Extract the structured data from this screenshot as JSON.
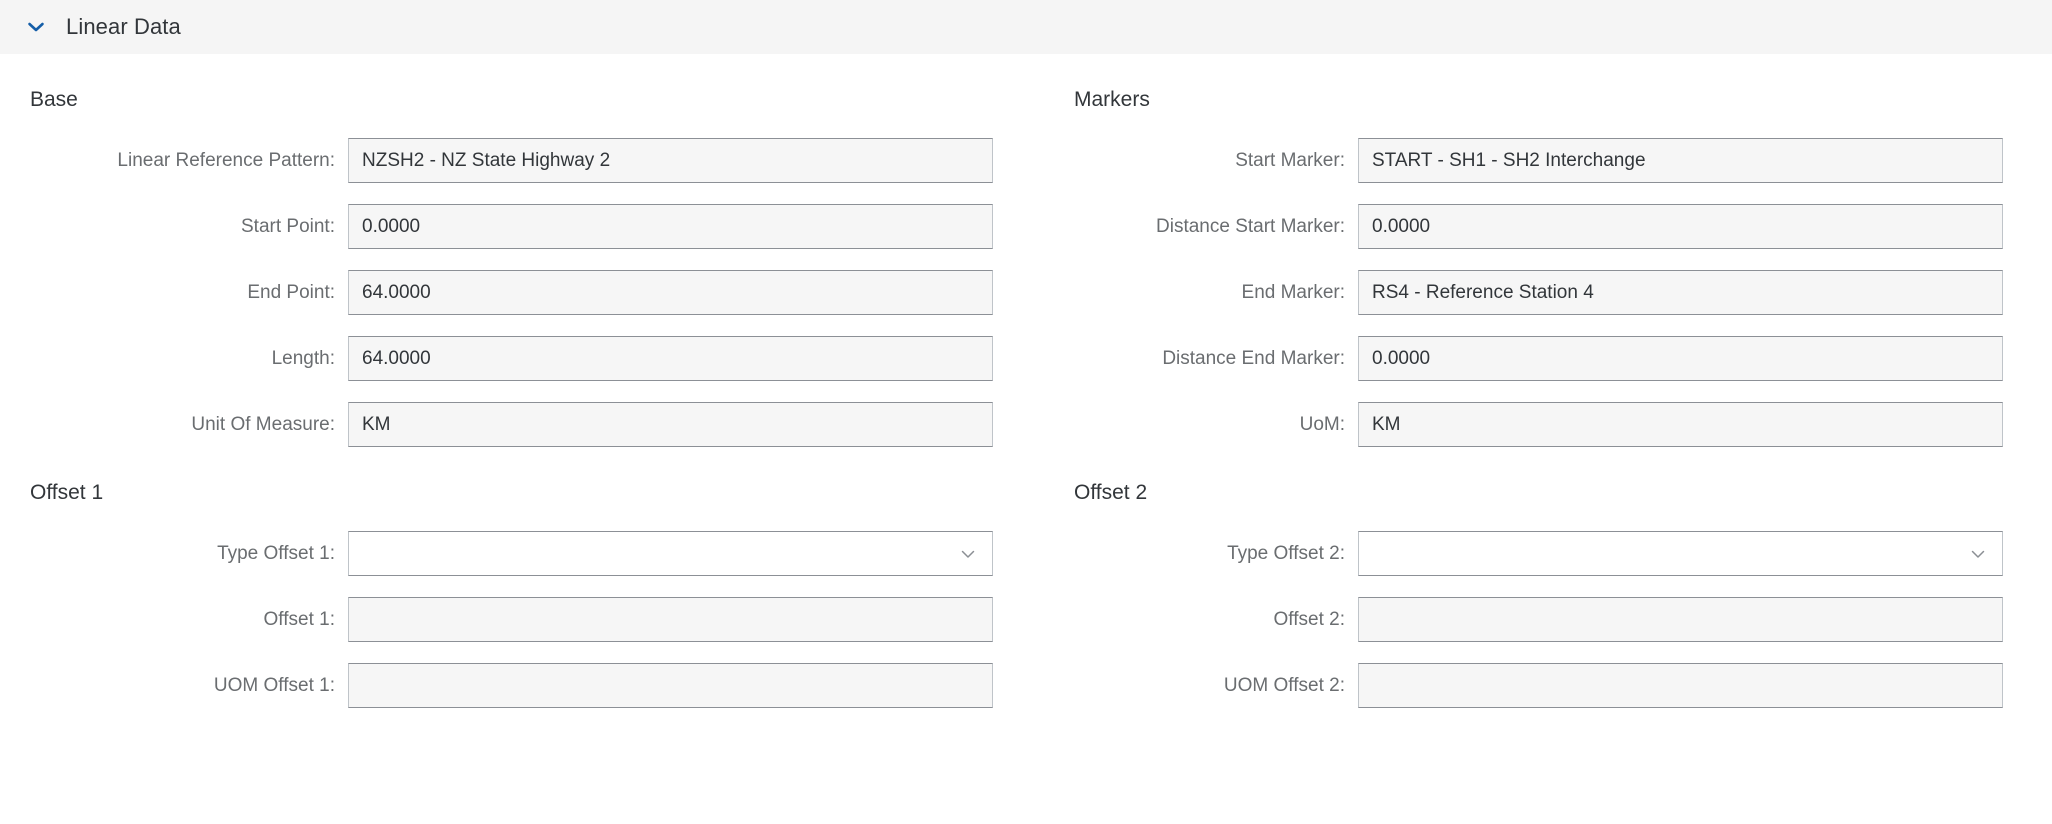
{
  "panel": {
    "title": "Linear Data",
    "expanded": true,
    "toggle_icon": "chevron-down-icon",
    "accent_color": "#0a6ed1",
    "header_background": "#f5f5f5"
  },
  "sections": {
    "base": {
      "heading": "Base",
      "fields": [
        {
          "label": "Linear Reference Pattern:",
          "value": "NZSH2 - NZ State Highway 2",
          "type": "text",
          "readonly": true
        },
        {
          "label": "Start Point:",
          "value": "0.0000",
          "type": "text",
          "readonly": true
        },
        {
          "label": "End Point:",
          "value": "64.0000",
          "type": "text",
          "readonly": true
        },
        {
          "label": "Length:",
          "value": "64.0000",
          "type": "text",
          "readonly": true
        },
        {
          "label": "Unit Of Measure:",
          "value": "KM",
          "type": "text",
          "readonly": true
        }
      ]
    },
    "markers": {
      "heading": "Markers",
      "fields": [
        {
          "label": "Start Marker:",
          "value": "START - SH1 - SH2 Interchange",
          "type": "text",
          "readonly": true
        },
        {
          "label": "Distance Start Marker:",
          "value": "0.0000",
          "type": "text",
          "readonly": true
        },
        {
          "label": "End Marker:",
          "value": "RS4 - Reference Station 4",
          "type": "text",
          "readonly": true
        },
        {
          "label": "Distance End Marker:",
          "value": "0.0000",
          "type": "text",
          "readonly": true
        },
        {
          "label": "UoM:",
          "value": "KM",
          "type": "text",
          "readonly": true
        }
      ]
    },
    "offset1": {
      "heading": "Offset 1",
      "fields": [
        {
          "label": "Type Offset 1:",
          "value": "",
          "type": "select",
          "readonly": false,
          "icon": "chevron-down-icon"
        },
        {
          "label": "Offset 1:",
          "value": "",
          "type": "text",
          "readonly": true
        },
        {
          "label": "UOM Offset 1:",
          "value": "",
          "type": "text",
          "readonly": true
        }
      ]
    },
    "offset2": {
      "heading": "Offset 2",
      "fields": [
        {
          "label": "Type Offset 2:",
          "value": "",
          "type": "select",
          "readonly": false,
          "icon": "chevron-down-icon"
        },
        {
          "label": "Offset 2:",
          "value": "",
          "type": "text",
          "readonly": true
        },
        {
          "label": "UOM Offset 2:",
          "value": "",
          "type": "text",
          "readonly": true
        }
      ]
    }
  }
}
